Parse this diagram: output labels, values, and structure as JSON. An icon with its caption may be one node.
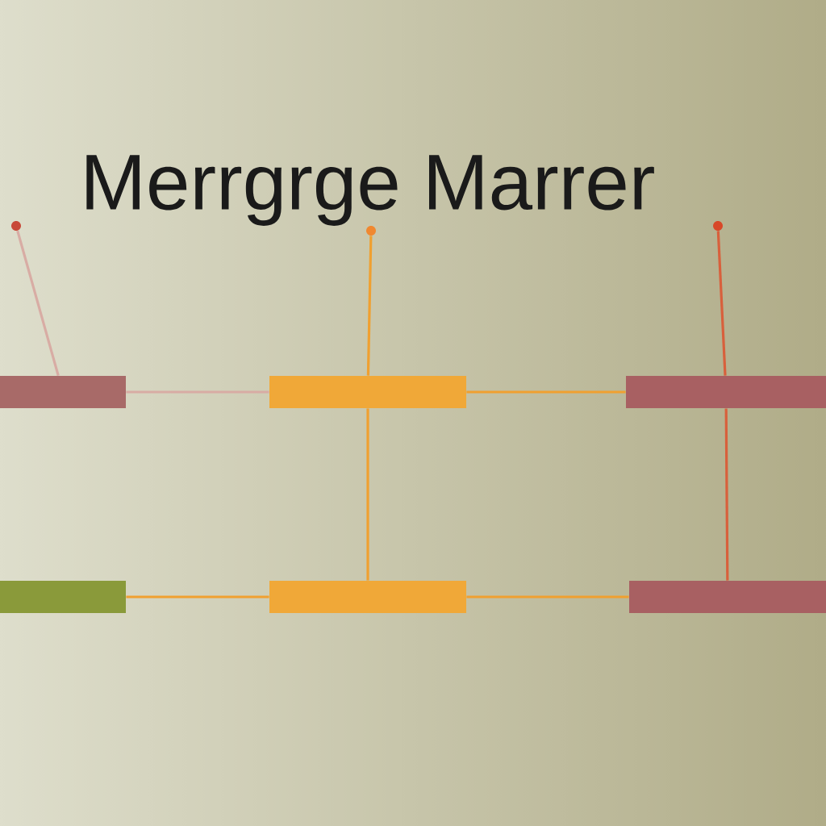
{
  "diagram": {
    "title": "Merrgrge Marrer",
    "nodes": [
      {
        "text": [],
        "shape": "bar"
      },
      {
        "text": [],
        "shape": "bar"
      },
      {
        "text": [],
        "shape": "bar"
      },
      {
        "text": [],
        "shape": "bar"
      },
      {
        "text": [],
        "shape": "bar"
      },
      {
        "text": [],
        "shape": "bar"
      },
      {
        "text": [],
        "shape": "circle"
      },
      {
        "text": [],
        "shape": "circle"
      },
      {
        "text": [],
        "shape": "circle"
      }
    ],
    "edges": [
      {
        "from": 6,
        "to": 0,
        "arrow": "none",
        "color": "#d8aca4"
      },
      {
        "from": 7,
        "to": 1,
        "arrow": "none"
      },
      {
        "from": 8,
        "to": 2,
        "arrow": "none",
        "color": "#d8603c"
      },
      {
        "from": 0,
        "to": 1,
        "arrow": "none",
        "color": "#d8aca4"
      },
      {
        "from": 1,
        "to": 2,
        "arrow": "none"
      },
      {
        "from": 3,
        "to": 4,
        "arrow": "none"
      },
      {
        "from": 4,
        "to": 5,
        "arrow": "none"
      },
      {
        "from": 1,
        "to": 4,
        "arrow": "none"
      },
      {
        "from": 2,
        "to": 5,
        "arrow": "none",
        "color": "#d8603c"
      }
    ]
  }
}
